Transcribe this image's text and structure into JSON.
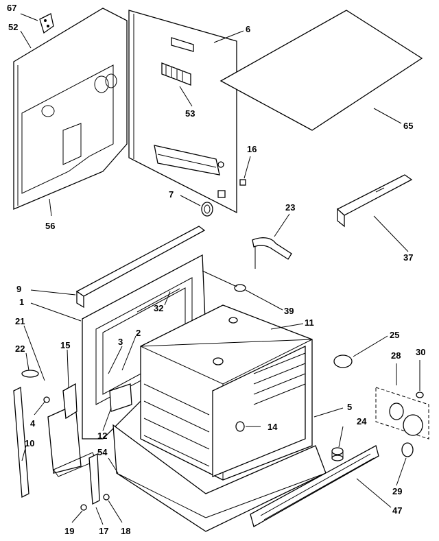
{
  "callouts": [
    {
      "id": "67",
      "text": "67"
    },
    {
      "id": "52",
      "text": "52"
    },
    {
      "id": "6",
      "text": "6"
    },
    {
      "id": "53",
      "text": "53"
    },
    {
      "id": "65",
      "text": "65"
    },
    {
      "id": "16",
      "text": "16"
    },
    {
      "id": "7",
      "text": "7"
    },
    {
      "id": "56",
      "text": "56"
    },
    {
      "id": "23",
      "text": "23"
    },
    {
      "id": "37",
      "text": "37"
    },
    {
      "id": "9",
      "text": "9"
    },
    {
      "id": "1",
      "text": "1"
    },
    {
      "id": "39",
      "text": "39"
    },
    {
      "id": "32",
      "text": "32"
    },
    {
      "id": "11",
      "text": "11"
    },
    {
      "id": "21",
      "text": "21"
    },
    {
      "id": "25",
      "text": "25"
    },
    {
      "id": "22",
      "text": "22"
    },
    {
      "id": "15",
      "text": "15"
    },
    {
      "id": "3",
      "text": "3"
    },
    {
      "id": "2",
      "text": "2"
    },
    {
      "id": "28",
      "text": "28"
    },
    {
      "id": "30",
      "text": "30"
    },
    {
      "id": "5",
      "text": "5"
    },
    {
      "id": "4",
      "text": "4"
    },
    {
      "id": "24",
      "text": "24"
    },
    {
      "id": "14",
      "text": "14"
    },
    {
      "id": "12",
      "text": "12"
    },
    {
      "id": "10",
      "text": "10"
    },
    {
      "id": "54",
      "text": "54"
    },
    {
      "id": "29",
      "text": "29"
    },
    {
      "id": "47",
      "text": "47"
    },
    {
      "id": "19",
      "text": "19"
    },
    {
      "id": "17",
      "text": "17"
    },
    {
      "id": "18",
      "text": "18"
    }
  ]
}
